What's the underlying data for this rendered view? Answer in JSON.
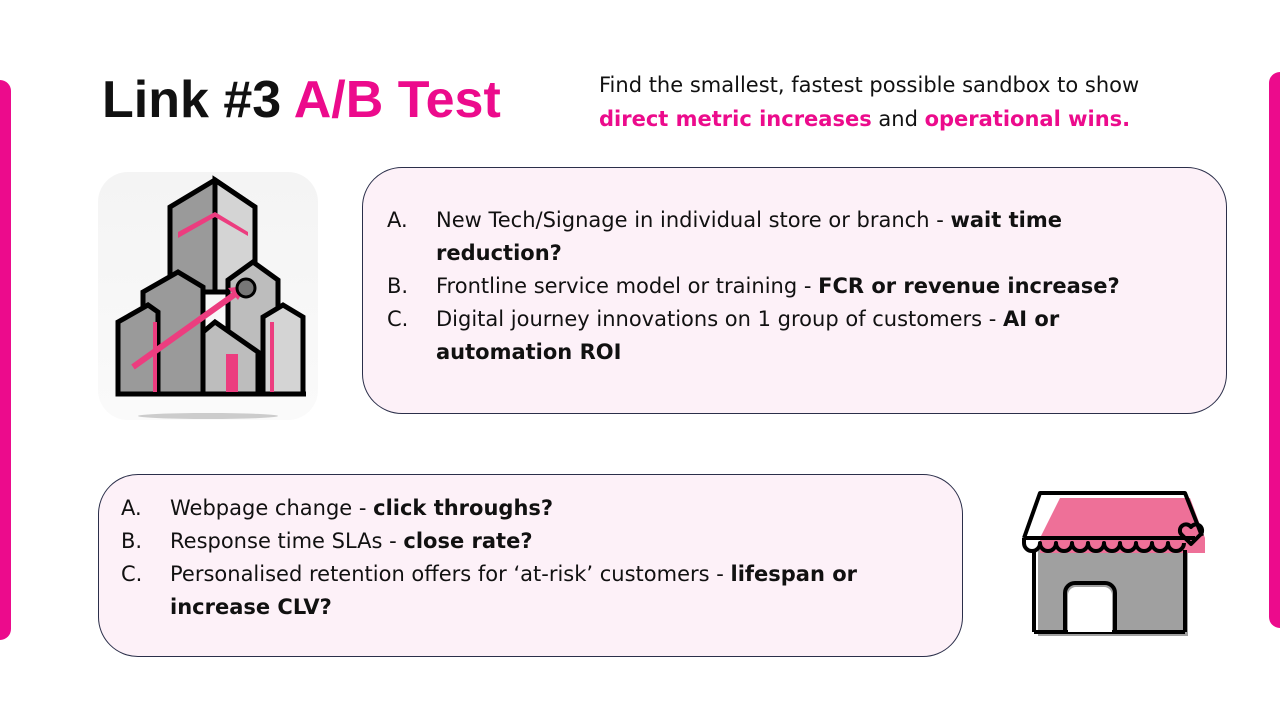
{
  "title": {
    "prefix": "Link #3 ",
    "highlight": "A/B Test"
  },
  "subtitle": {
    "line1": "Find the smallest, fastest possible sandbox to show",
    "em1": "direct metric increases",
    "mid": " and ",
    "em2": "operational wins."
  },
  "box1": {
    "items": [
      {
        "letter": "A.",
        "text": "New Tech/Signage in individual store or branch - ",
        "bold": "wait time reduction?"
      },
      {
        "letter": "B.",
        "text": "Frontline service model or training - ",
        "bold": "FCR or revenue increase?"
      },
      {
        "letter": "C.",
        "text": "Digital journey innovations on 1 group of customers - ",
        "bold": "AI or automation ROI"
      }
    ]
  },
  "box2": {
    "items": [
      {
        "letter": "A.",
        "text": "Webpage change - ",
        "bold": "click throughs?"
      },
      {
        "letter": "B.",
        "text": "Response time SLAs - ",
        "bold": "close rate?"
      },
      {
        "letter": "C.",
        "text": "Personalised retention offers for ‘at-risk’ customers - ",
        "bold": "lifespan or increase CLV?"
      }
    ]
  },
  "colors": {
    "accent": "#ec0b8c",
    "box_bg": "#fdf1f8",
    "border": "#2b2f4a"
  }
}
